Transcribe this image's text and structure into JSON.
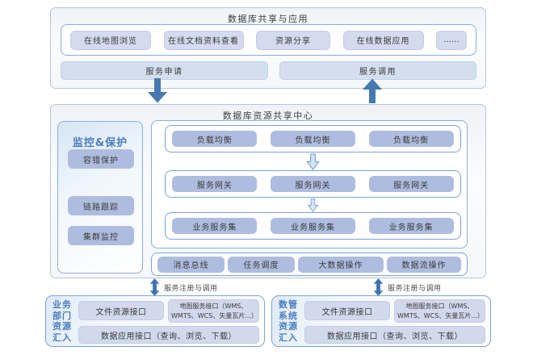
{
  "app_layer": {
    "title": "数据库共享与应用",
    "apps": [
      "在线地图浏览",
      "在线文档资料查看",
      "资源分享",
      "在线数据应用",
      "......"
    ],
    "service_apply": "服务申请",
    "service_invoke": "服务调用"
  },
  "center_layer": {
    "title": "数据库资源共享中心",
    "monitor_panel": {
      "title": "监控&保护",
      "items": [
        "链路跟踪",
        "集群监控",
        "容错保护"
      ]
    },
    "service_rows": [
      [
        "负载均衡",
        "负载均衡",
        "负载均衡"
      ],
      [
        "服务网关",
        "服务网关",
        "服务网关"
      ],
      [
        "业务服务集",
        "业务服务集",
        "业务服务集"
      ]
    ],
    "infra_items": [
      "消息总线",
      "任务调度",
      "大数据操作",
      "数据流操作"
    ]
  },
  "register_label": "服务注册与调用",
  "source_layers": [
    {
      "vertical_label": [
        "业务",
        "部门",
        "资源",
        "汇入"
      ],
      "file_interface": "文件资源接口",
      "map_interface": "地图服务接口（WMS、WMTS、WCS、矢量瓦片...）",
      "data_interface": "数据应用接口（查询、浏览、下载）"
    },
    {
      "vertical_label": [
        "数管",
        "系统",
        "资源",
        "汇入"
      ],
      "file_interface": "文件资源接口",
      "map_interface": "地图服务接口（WMS、WMTS、WCS、矢量瓦片...）",
      "data_interface": "数据应用接口（查询、浏览、下载）"
    }
  ],
  "colors": {
    "solid_arrow": "#4679b2",
    "double_arrow": "#3b74b5",
    "outline_arrow_fill": "#d9e4f3",
    "outline_arrow_stroke": "#7aa3d8",
    "pill_medium": "#aebddf",
    "pill_light": "#d5dbee",
    "inner_border": "#8aaed9",
    "outer_border": "#b7c5d8",
    "blue_label": "#4a7dc0"
  }
}
